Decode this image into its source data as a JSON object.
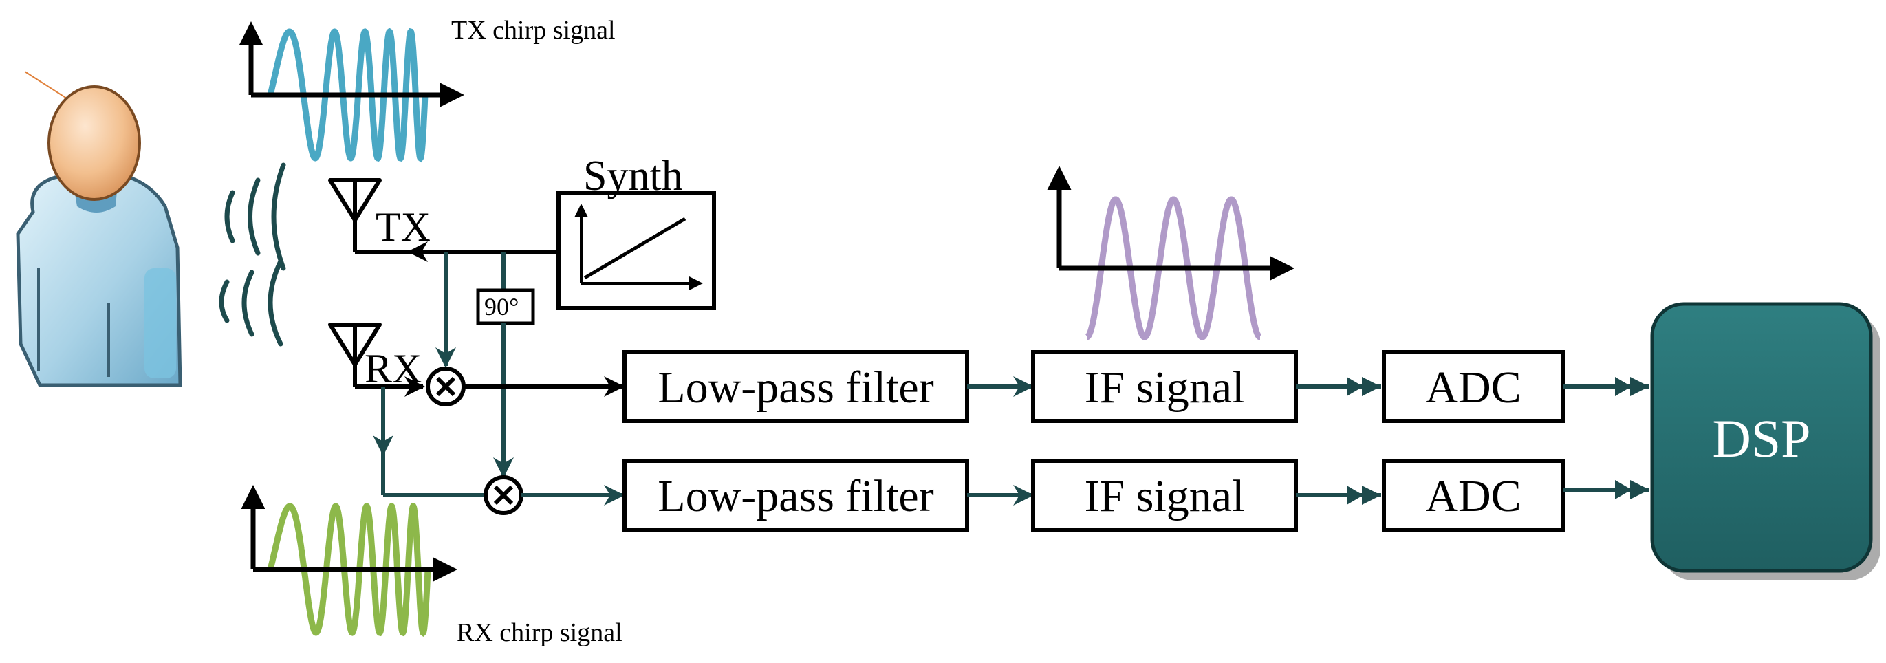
{
  "labels": {
    "tx_chirp": "TX chirp signal",
    "rx_chirp": "RX chirp signal",
    "synth": "Synth",
    "tx": "TX",
    "rx": "RX",
    "phase_shift": "90°",
    "lpf_top": "Low-pass filter",
    "lpf_bottom": "Low-pass filter",
    "if_top": "IF signal",
    "if_bottom": "IF signal",
    "adc_top": "ADC",
    "adc_bottom": "ADC",
    "dsp": "DSP"
  },
  "colors": {
    "tx_wave": "#4aa8c4",
    "rx_wave": "#8db84a",
    "if_wave": "#b09ac8",
    "dsp_fill": "#2a7476",
    "wire": "#1d4a4c"
  },
  "icons": {
    "person": "person-icon",
    "radio_waves": "radio-waves-icon",
    "antenna": "antenna-icon",
    "mixer": "mixer-icon"
  }
}
